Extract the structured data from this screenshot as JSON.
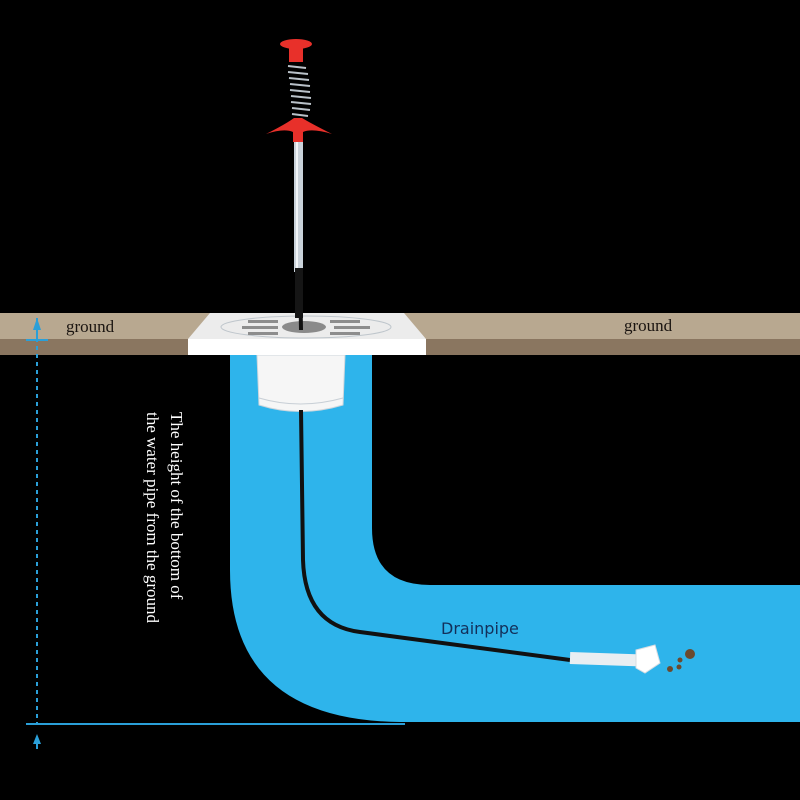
{
  "labels": {
    "ground_left": "ground",
    "ground_right": "ground",
    "drainpipe": "Drainpipe",
    "height_line1": "The height of the bottom of",
    "height_line2": "the water pipe from the ground"
  },
  "colors": {
    "background": "#000000",
    "ground_top": "#b8a890",
    "ground_bottom": "#8a7660",
    "pipe": "#2eb4eb",
    "floor_drain": "#ffffff",
    "tool_handle": "#e8302a",
    "tool_cable": "#111111",
    "measure_line": "#2a9fd8",
    "debris": "#6b4a2e"
  },
  "parts": {
    "tool": "drain-cleaning-claw-tool",
    "floor_drain": "square-floor-drain",
    "pipe": "L-shaped-drainpipe",
    "debris": "clog-debris"
  }
}
